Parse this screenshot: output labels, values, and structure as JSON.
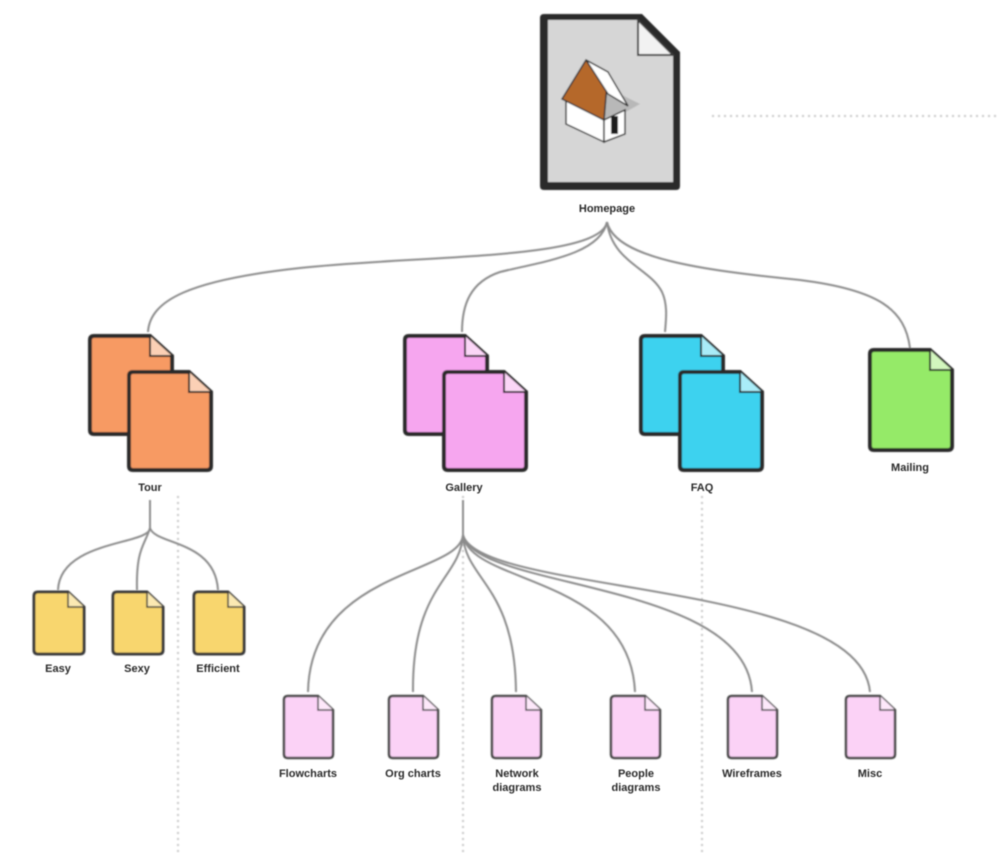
{
  "nodes": {
    "homepage": "Homepage",
    "tour": "Tour",
    "gallery": "Gallery",
    "faq": "FAQ",
    "mailing": "Mailing",
    "easy": "Easy",
    "sexy": "Sexy",
    "efficient": "Efficient",
    "flowcharts": "Flowcharts",
    "org_charts": "Org charts",
    "network_diagrams": "Network diagrams",
    "people_diagrams": "People diagrams",
    "wireframes": "Wireframes",
    "misc": "Misc"
  },
  "colors": {
    "homepage_page": "#d6d6d6",
    "tour": "#f79a63",
    "gallery": "#f6a6ef",
    "faq": "#3ed2ef",
    "mailing": "#95ea68",
    "tour_children": "#f8d66e",
    "gallery_children": "#fbd2f6",
    "house_roof": "#b5682c",
    "connector": "#8c8c8c",
    "guide": "#c8c8c8"
  },
  "icons": {
    "homepage": "house-icon",
    "sections": "stacked-pages-icon",
    "leaf": "page-icon"
  }
}
